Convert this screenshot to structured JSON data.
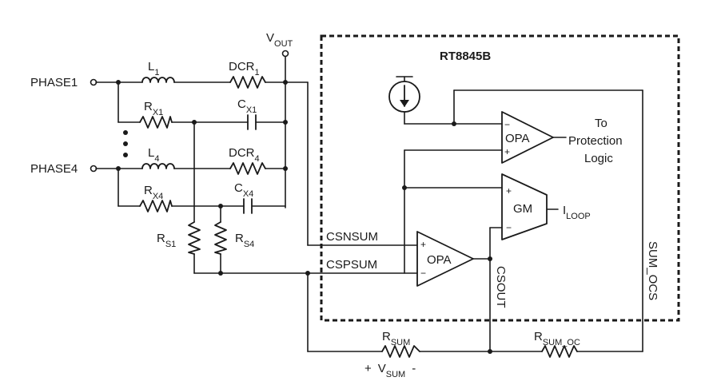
{
  "chip": {
    "name": "RT8845B"
  },
  "inputs": {
    "phase1": "PHASE1",
    "phase4": "PHASE4"
  },
  "vout": {
    "main": "V",
    "sub": "OUT"
  },
  "components": {
    "L1": {
      "main": "L",
      "sub": "1"
    },
    "DCR1": {
      "main": "DCR",
      "sub": "1"
    },
    "RX1": {
      "main": "R",
      "sub": "X1"
    },
    "CX1": {
      "main": "C",
      "sub": "X1"
    },
    "L4": {
      "main": "L",
      "sub": "4"
    },
    "DCR4": {
      "main": "DCR",
      "sub": "4"
    },
    "RX4": {
      "main": "R",
      "sub": "X4"
    },
    "CX4": {
      "main": "C",
      "sub": "X4"
    },
    "RS1": {
      "main": "R",
      "sub": "S1"
    },
    "RS4": {
      "main": "R",
      "sub": "S4"
    },
    "RSUM": {
      "main": "R",
      "sub": "SUM"
    },
    "RSUM_OC": {
      "main": "R",
      "sub": "SUM_OC"
    }
  },
  "vsum": {
    "plus": "+",
    "main": "V",
    "sub": "SUM",
    "minus": "-"
  },
  "nets": {
    "csnsum": "CSNSUM",
    "cspsum": "CSPSUM",
    "csout": "CSOUT",
    "sum_ocs": "SUM_OCS"
  },
  "blocks": {
    "opa_top": {
      "label": "OPA",
      "minus": "−",
      "plus": "+"
    },
    "gm": {
      "label": "GM",
      "plus": "+",
      "minus": "−"
    },
    "opa_bottom": {
      "label": "OPA",
      "plus": "+",
      "minus": "−"
    }
  },
  "protection": {
    "line1": "To",
    "line2": "Protection",
    "line3": "Logic"
  },
  "iloop": {
    "main": "I",
    "sub": "LOOP"
  }
}
